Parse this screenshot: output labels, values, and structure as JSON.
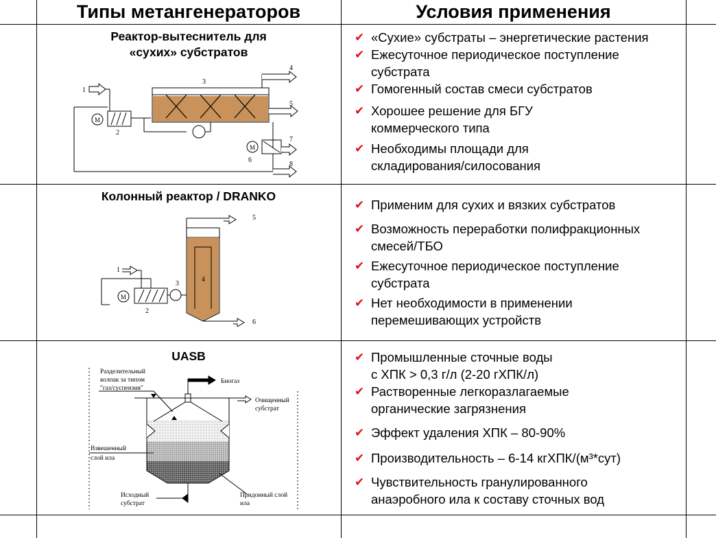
{
  "headers": {
    "types": "Типы метангенераторов",
    "conditions": "Условия применения"
  },
  "rows": [
    {
      "title_lines": [
        "Реактор-вытеснитель для",
        "«сухих» субстратов"
      ],
      "diagram_labels": [
        "1",
        "2",
        "3",
        "4",
        "5",
        "6",
        "7",
        "8",
        "M",
        "M"
      ],
      "conditions": [
        [
          "«Сухие» субстраты – энергетические растения"
        ],
        [
          "Ежесуточное периодическое поступление",
          "субстрата"
        ],
        [
          "Гомогенный состав смеси субстратов"
        ],
        [
          "Хорошее решение для БГУ",
          "коммерческого типа"
        ],
        [
          "Необходимы площади для",
          "складирования/силосования"
        ]
      ]
    },
    {
      "title_lines": [
        "Колонный реактор / DRANKO"
      ],
      "diagram_labels": [
        "1",
        "2",
        "3",
        "4",
        "5",
        "6",
        "M"
      ],
      "conditions": [
        [
          "Применим для сухих и вязких субстратов"
        ],
        [
          "Возможность переработки полифракционных",
          "смесей/ТБО"
        ],
        [
          "Ежесуточное периодическое поступление",
          "субстрата"
        ],
        [
          "Нет необходимости в применении",
          "перемешивающих устройств"
        ]
      ]
    },
    {
      "title_lines": [
        "UASB"
      ],
      "diagram_labels": {
        "separator": [
          "Разделительный",
          "колпак за типом",
          "\"газ/суспензия\""
        ],
        "biogas": "Биогаз",
        "clean": [
          "Очищенный",
          "субстрат"
        ],
        "suspended": [
          "Взвешенный",
          "слой ила"
        ],
        "inlet": [
          "Исходный",
          "субстрат"
        ],
        "bottom": [
          "Придонный слой",
          "ила"
        ]
      },
      "conditions": [
        [
          "Промышленные сточные воды",
          "с ХПК > 0,3 г/л (2-20 гХПК/л)"
        ],
        [
          "Растворенные легкоразлагаемые",
          "органические загрязнения"
        ],
        [
          "Эффект удаления ХПК – 80-90%"
        ],
        [
          "Производительность – 6-14 кгХПК/(м³*сут)"
        ],
        [
          "Чувствительность гранулированного",
          "анаэробного ила к составу сточных вод"
        ]
      ]
    }
  ],
  "colors": {
    "check": "#e01010",
    "substrate": "#c8925a"
  }
}
